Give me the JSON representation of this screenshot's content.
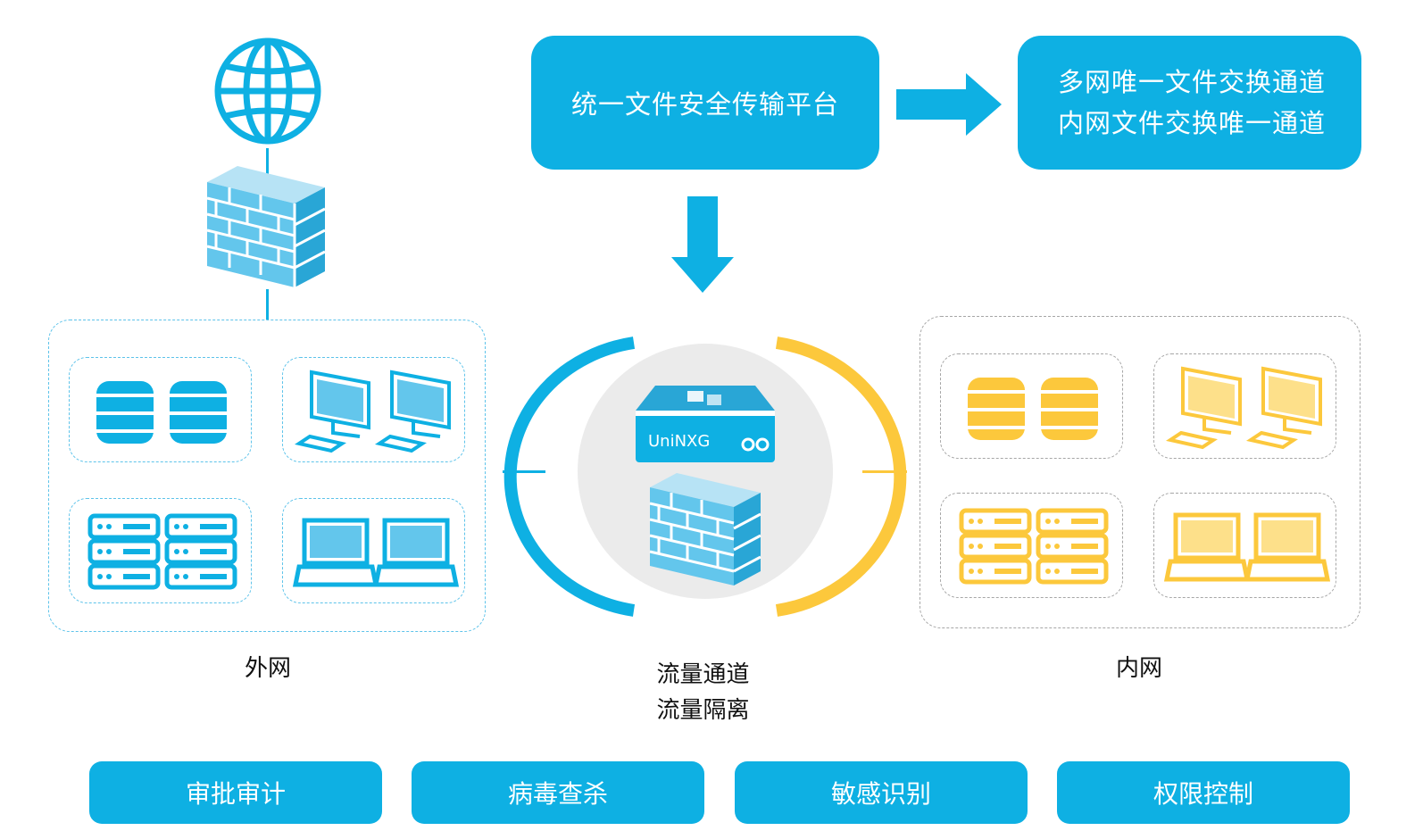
{
  "colors": {
    "blue": "#0eb0e3",
    "yellow": "#fcc83c",
    "gray_circle": "#ebebeb"
  },
  "top": {
    "platform_label": "统一文件安全传输平台",
    "channel_line1": "多网唯一文件交换通道",
    "channel_line2": "内网文件交换唯一通道"
  },
  "zones": {
    "outer_label": "外网",
    "inner_label": "内网"
  },
  "center": {
    "device_label": "UniNXG",
    "caption_line1": "流量通道",
    "caption_line2": "流量隔离"
  },
  "features": [
    "审批审计",
    "病毒查杀",
    "敏感识别",
    "权限控制"
  ],
  "icons": [
    "globe-icon",
    "firewall-icon",
    "database-icon",
    "desktop-icon",
    "server-rack-icon",
    "laptop-icon",
    "gateway-device-icon",
    "arrow-right-icon",
    "arrow-down-icon"
  ]
}
